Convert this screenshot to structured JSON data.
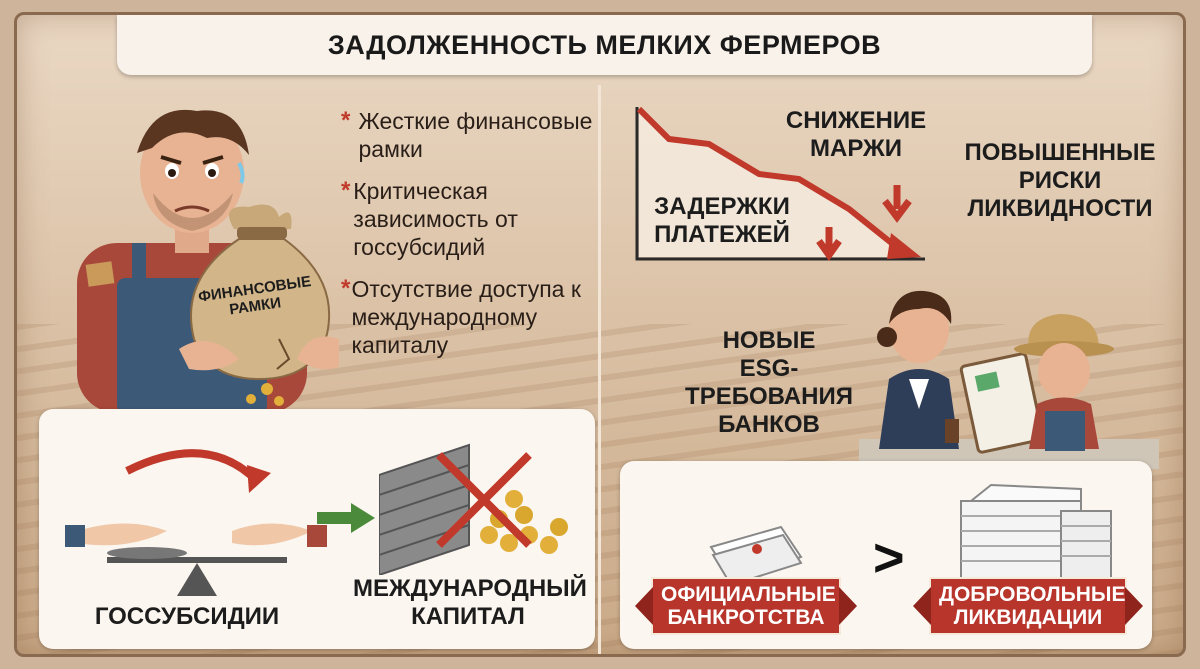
{
  "title": "ЗАДОЛЖЕННОСТЬ МЕЛКИХ ФЕРМЕРОВ",
  "left": {
    "bag_label": "ФИНАНСОВЫЕ РАМКИ",
    "bullets": [
      "Жесткие финансовые рамки",
      "Критическая зависимость от госсубсидий",
      "Отсутствие доступа к международному капиталу"
    ],
    "subsidies_label": "ГОССУБСИДИИ",
    "capital_label_line1": "МЕЖДУНАРОДНЫЙ",
    "capital_label_line2": "КАПИТАЛ"
  },
  "right": {
    "delays_line1": "ЗАДЕРЖКИ",
    "delays_line2": "ПЛАТЕЖЕЙ",
    "margin_line1": "СНИЖЕНИЕ",
    "margin_line2": "МАРЖИ",
    "liquidity_line1": "ПОВЫШЕННЫЕ",
    "liquidity_line2": "РИСКИ",
    "liquidity_line3": "ЛИКВИДНОСТИ",
    "esg_line1": "НОВЫЕ",
    "esg_line2": "ESG-ТРЕБОВАНИЯ",
    "esg_line3": "БАНКОВ",
    "comparison_symbol": ">",
    "bankruptcies_line1": "ОФИЦИАЛЬНЫЕ",
    "bankruptcies_line2": "БАНКРОТСТВА",
    "liquidations_line1": "ДОБРОВОЛЬНЫЕ",
    "liquidations_line2": "ЛИКВИДАЦИИ"
  },
  "colors": {
    "accent_red": "#c0392b",
    "ribbon_red": "#b8352b",
    "panel_bg": "#fbf6ef",
    "arrow_green": "#4a8a3a"
  }
}
